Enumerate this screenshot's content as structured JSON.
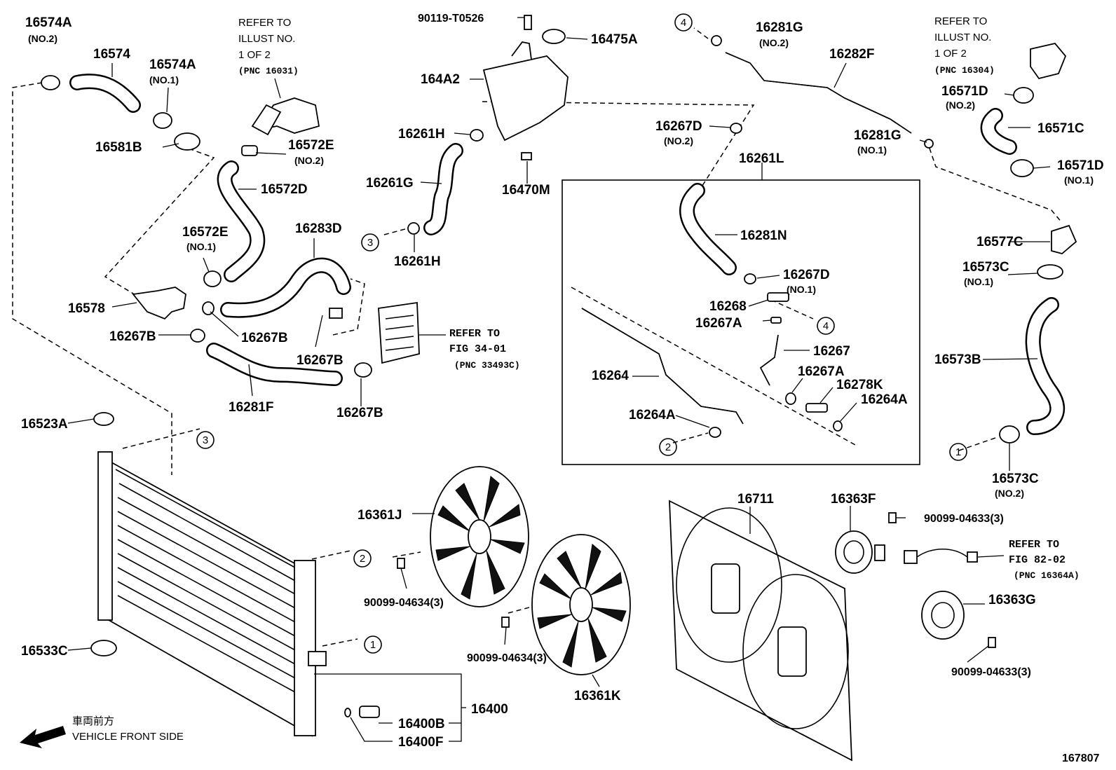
{
  "diagram_id": "167807",
  "front_label_jp": "車両前方",
  "front_label_en": "VEHICLE FRONT SIDE",
  "circles": [
    "1",
    "2",
    "3",
    "4"
  ],
  "labels": {
    "p16574A_top": "16574A",
    "p16574A_top_sub": "(NO.2)",
    "p16574": "16574",
    "p16574A_mid": "16574A",
    "p16574A_mid_sub": "(NO.1)",
    "p16581B": "16581B",
    "p16572E_a": "16572E",
    "p16572E_a_sub": "(NO.2)",
    "p16572D": "16572D",
    "p16572E_b": "16572E",
    "p16572E_b_sub": "(NO.1)",
    "p16283D": "16283D",
    "p16578": "16578",
    "p16267B_a": "16267B",
    "p16267B_b": "16267B",
    "p16267B_c": "16267B",
    "p16267B_d": "16267B",
    "p16281F": "16281F",
    "p90119": "90119-T0526",
    "p16475A": "16475A",
    "p164A2": "164A2",
    "p16261H_a": "16261H",
    "p16261G": "16261G",
    "p16261H_b": "16261H",
    "p16470M": "16470M",
    "p16281G_a": "16281G",
    "p16281G_a_sub": "(NO.2)",
    "p16282F": "16282F",
    "p16267D_a": "16267D",
    "p16267D_a_sub": "(NO.2)",
    "p16261L": "16261L",
    "p16281N": "16281N",
    "p16267D_b": "16267D",
    "p16267D_b_sub": "(NO.1)",
    "p16268": "16268",
    "p16267A_a": "16267A",
    "p16267": "16267",
    "p16267A_b": "16267A",
    "p16278K": "16278K",
    "p16264A_a": "16264A",
    "p16264": "16264",
    "p16264A_b": "16264A",
    "p16281G_b": "16281G",
    "p16281G_b_sub": "(NO.1)",
    "p16571D_a": "16571D",
    "p16571D_a_sub": "(NO.2)",
    "p16571C": "16571C",
    "p16571D_b": "16571D",
    "p16571D_b_sub": "(NO.1)",
    "p16577C": "16577C",
    "p16573C_a": "16573C",
    "p16573C_a_sub": "(NO.1)",
    "p16573B": "16573B",
    "p16573C_b": "16573C",
    "p16573C_b_sub": "(NO.2)",
    "p16523A": "16523A",
    "p16533C": "16533C",
    "p16361J": "16361J",
    "p16361K": "16361K",
    "p90099_04634_a": "90099-04634(3)",
    "p90099_04634_b": "90099-04634(3)",
    "p16711": "16711",
    "p16363F": "16363F",
    "p90099_04633_a": "90099-04633(3)",
    "p16363G": "16363G",
    "p90099_04633_b": "90099-04633(3)",
    "p16400": "16400",
    "p16400B": "16400B",
    "p16400F": "16400F"
  },
  "refs": {
    "ref1": [
      "REFER TO",
      "ILLUST NO.",
      "1 OF 2",
      "(PNC 16031)"
    ],
    "ref2": [
      "REFER TO",
      "ILLUST NO.",
      "1 OF 2",
      "(PNC 16304)"
    ],
    "ref3": [
      "REFER TO",
      "FIG 34-01",
      "(PNC 33493C)"
    ],
    "ref4": [
      "REFER TO",
      "FIG 82-02",
      "(PNC 16364A)"
    ]
  }
}
